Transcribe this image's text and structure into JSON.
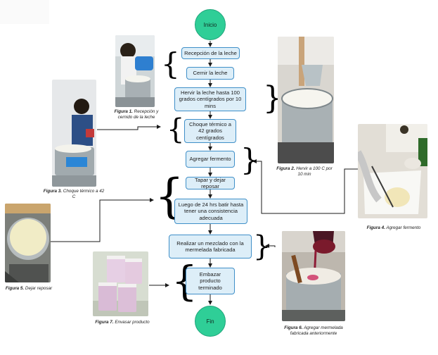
{
  "flow": {
    "start": "Inicio",
    "end": "Fin",
    "steps": [
      "Recepción de la leche",
      "Cernir la leche",
      "Hervir la leche hasta 100 grados centígrados por 10 mins",
      "Choque térmico a 42 grados centígrados",
      "Agregar fermento",
      "Tapar y dejar reposar",
      "Luego de 24 hrs batir hasta tener una consistencia adecuada",
      "Realizar un mezclado con la mermelada fabricada",
      "Embazar producto terminado"
    ]
  },
  "figures": [
    {
      "label": "Figura 1.",
      "text": "Recepción y cernido de la leche"
    },
    {
      "label": "Figura 2.",
      "text": "Hervir a 100 C por 10 min"
    },
    {
      "label": "Figura 3.",
      "text": "Choque térmico a 42 C"
    },
    {
      "label": "Figura 4.",
      "text": "Agregar fermento"
    },
    {
      "label": "Figura 5.",
      "text": "Dejar reposar"
    },
    {
      "label": "Figura 6.",
      "text": "Agregar  mermelada fabricada anteriormente"
    },
    {
      "label": "Figura 7.",
      "text": "Envasar producto"
    }
  ],
  "colors": {
    "terminal_fill": "#2fce97",
    "step_fill": "#ddeef8",
    "step_border": "#3f8fc8",
    "arrow": "#1a1a1a"
  }
}
